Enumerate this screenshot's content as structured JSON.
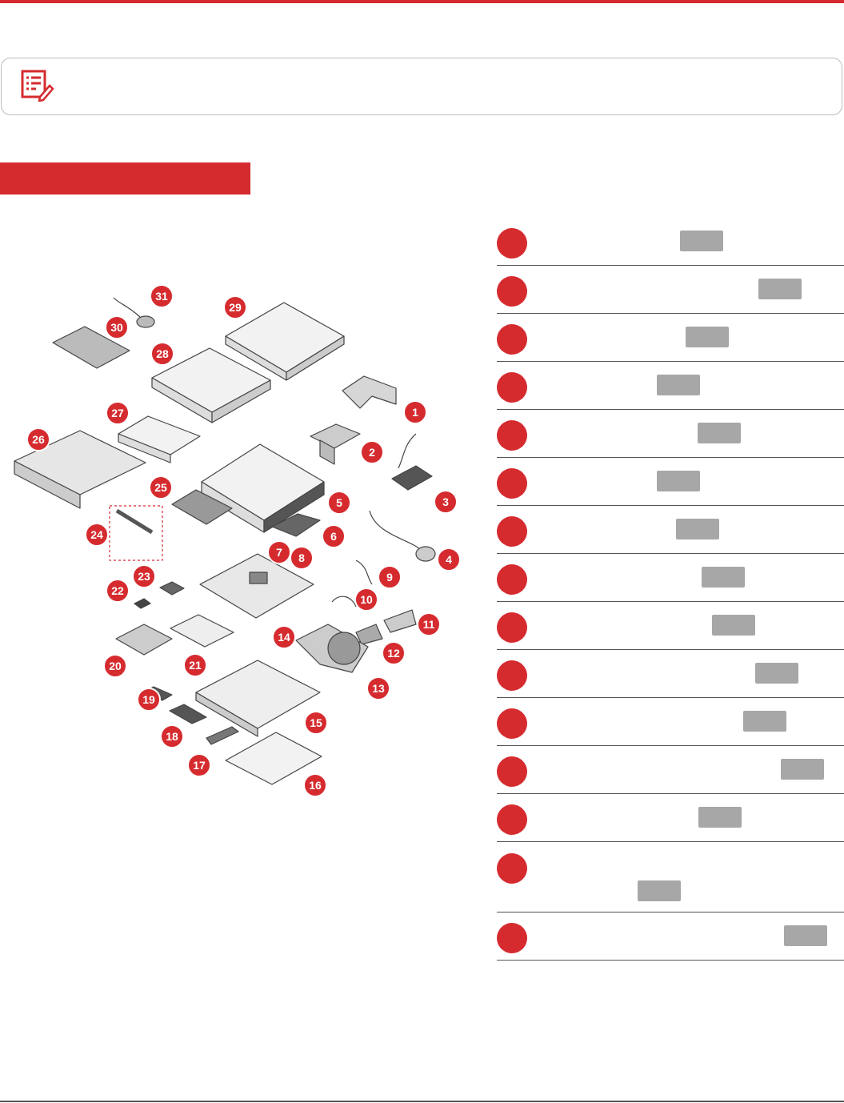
{
  "brand": {
    "accent": "#d52b2f",
    "tag_gray": "#a7a7a7",
    "rule_gray": "#555555"
  },
  "note": {
    "icon": "note-list-pencil-icon"
  },
  "callouts": [
    {
      "id": 1
    },
    {
      "id": 2
    },
    {
      "id": 3
    },
    {
      "id": 4
    },
    {
      "id": 5
    },
    {
      "id": 6
    },
    {
      "id": 7
    },
    {
      "id": 8
    },
    {
      "id": 9
    },
    {
      "id": 10
    },
    {
      "id": 11
    },
    {
      "id": 12
    },
    {
      "id": 13
    },
    {
      "id": 14
    },
    {
      "id": 15
    }
  ],
  "diagram": {
    "labels": [
      "1",
      "2",
      "3",
      "4",
      "5",
      "6",
      "7",
      "8",
      "9",
      "10",
      "11",
      "12",
      "13",
      "14",
      "15",
      "16",
      "17",
      "18",
      "19",
      "20",
      "21",
      "22",
      "23",
      "24",
      "25",
      "26",
      "27",
      "28",
      "29",
      "30",
      "31"
    ]
  }
}
